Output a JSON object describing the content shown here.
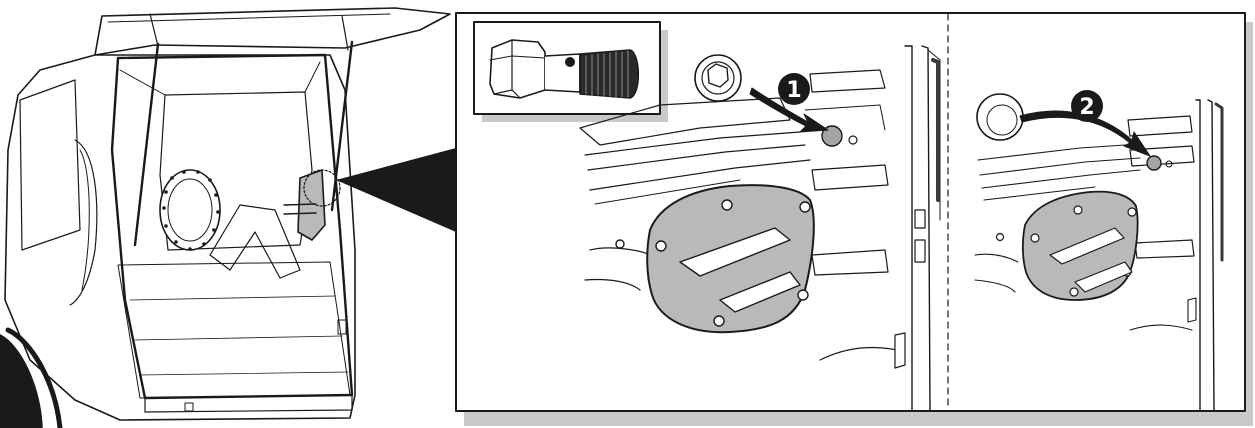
{
  "illustration": {
    "steps": [
      {
        "number": "1",
        "action": "remove-plug"
      },
      {
        "number": "2",
        "action": "refit-cap"
      }
    ],
    "colors": {
      "line": "#1a1a1a",
      "panel_fill": "#b9b9b9",
      "plug_fill": "#a5a5a5",
      "shadow": "#c9c9c9",
      "marker_fill": "#1a1a1a",
      "marker_text": "#ffffff"
    },
    "icons": [
      "tool-key-icon",
      "rubber-plug-icon",
      "cap-icon",
      "arrow-icon"
    ]
  }
}
